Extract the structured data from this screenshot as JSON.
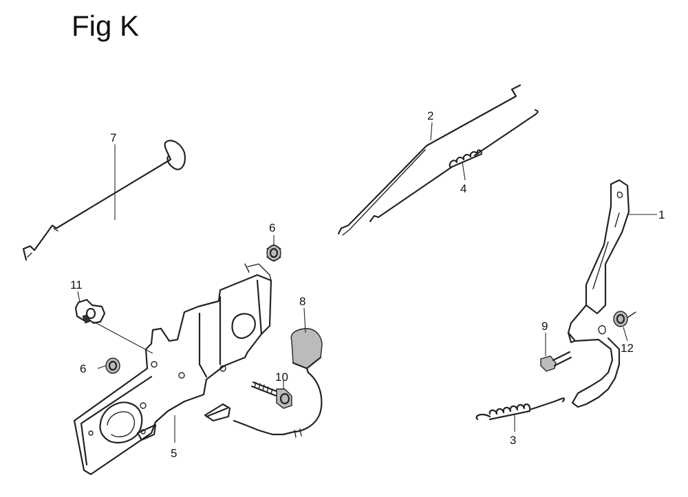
{
  "figure": {
    "title": "Fig K"
  },
  "callouts": {
    "c1": "1",
    "c2": "2",
    "c3": "3",
    "c4": "4",
    "c5": "5",
    "c6a": "6",
    "c6b": "6",
    "c7": "7",
    "c8": "8",
    "c9": "9",
    "c10": "10",
    "c11": "11",
    "c12": "12"
  }
}
